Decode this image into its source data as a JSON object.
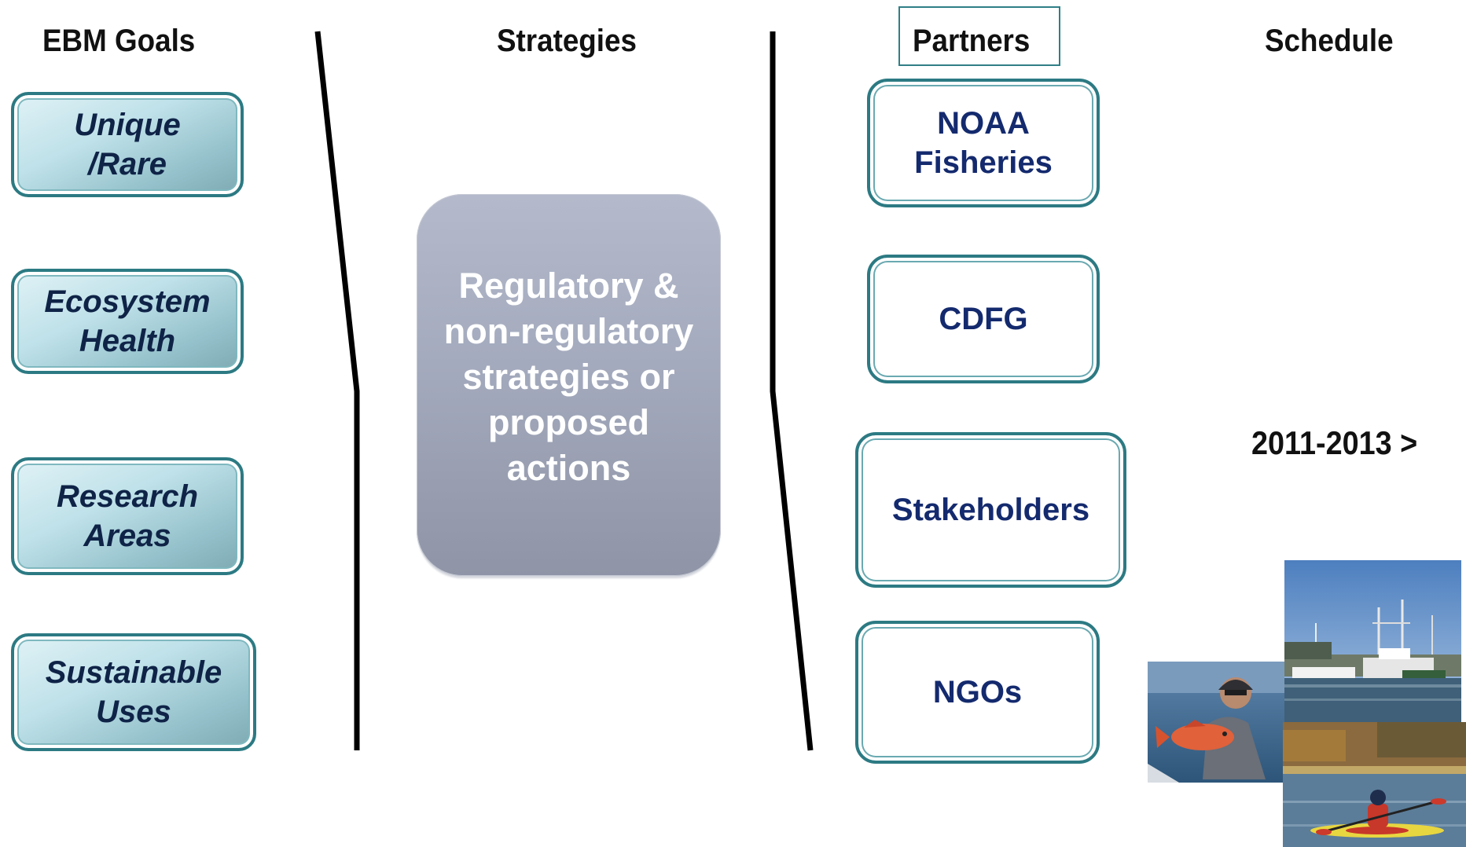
{
  "headers": {
    "goals": "EBM Goals",
    "strategies": "Strategies",
    "partners": "Partners",
    "schedule": "Schedule"
  },
  "goals": [
    {
      "line1": "Unique",
      "line2": "/Rare"
    },
    {
      "line1": "Ecosystem",
      "line2": "Health"
    },
    {
      "line1": "Research",
      "line2": "Areas"
    },
    {
      "line1": "Sustainable",
      "line2": "Uses"
    }
  ],
  "strategy": {
    "text": "Regulatory & non-regulatory strategies or proposed actions"
  },
  "partners": [
    {
      "line1": "NOAA",
      "line2": "Fisheries"
    },
    {
      "line1": "CDFG"
    },
    {
      "line1": "Stakeholders"
    },
    {
      "line1": "NGOs"
    }
  ],
  "schedule": {
    "value": "2011-2013 >"
  },
  "photos": [
    {
      "subject": "angler-holding-rockfish"
    },
    {
      "subject": "fishing-boats-in-harbor"
    },
    {
      "subject": "person-kayaking"
    }
  ],
  "colors": {
    "goal_border": "#2c7a83",
    "goal_text": "#0f2347",
    "partner_text": "#142a6e",
    "strategy_fill": "#a4aabd",
    "strategy_text": "#ffffff",
    "divider": "#000000"
  }
}
